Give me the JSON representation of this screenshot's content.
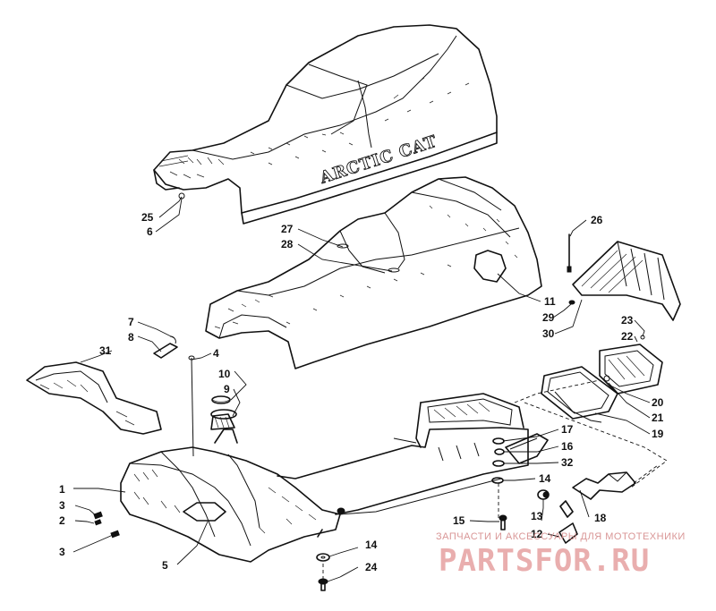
{
  "diagram": {
    "seat_logo_text": "ARCTIC CAT",
    "callouts": [
      {
        "id": "c25",
        "label": "25"
      },
      {
        "id": "c6",
        "label": "6"
      },
      {
        "id": "c27",
        "label": "27"
      },
      {
        "id": "c28",
        "label": "28"
      },
      {
        "id": "c26",
        "label": "26"
      },
      {
        "id": "c11",
        "label": "11"
      },
      {
        "id": "c29",
        "label": "29"
      },
      {
        "id": "c30",
        "label": "30"
      },
      {
        "id": "c23",
        "label": "23"
      },
      {
        "id": "c22",
        "label": "22"
      },
      {
        "id": "c7",
        "label": "7"
      },
      {
        "id": "c8",
        "label": "8"
      },
      {
        "id": "c31",
        "label": "31"
      },
      {
        "id": "c4",
        "label": "4"
      },
      {
        "id": "c10",
        "label": "10"
      },
      {
        "id": "c9",
        "label": "9"
      },
      {
        "id": "c20",
        "label": "20"
      },
      {
        "id": "c21",
        "label": "21"
      },
      {
        "id": "c19",
        "label": "19"
      },
      {
        "id": "c17",
        "label": "17"
      },
      {
        "id": "c16",
        "label": "16"
      },
      {
        "id": "c32",
        "label": "32"
      },
      {
        "id": "c14a",
        "label": "14"
      },
      {
        "id": "c1",
        "label": "1"
      },
      {
        "id": "c3a",
        "label": "3"
      },
      {
        "id": "c2",
        "label": "2"
      },
      {
        "id": "c3b",
        "label": "3"
      },
      {
        "id": "c5",
        "label": "5"
      },
      {
        "id": "c13",
        "label": "13"
      },
      {
        "id": "c12",
        "label": "12"
      },
      {
        "id": "c18",
        "label": "18"
      },
      {
        "id": "c15",
        "label": "15"
      },
      {
        "id": "c14b",
        "label": "14"
      },
      {
        "id": "c24",
        "label": "24"
      }
    ]
  },
  "watermark": {
    "caption": "ЗАПЧАСТИ И АКСЕССУАРЫ ДЛЯ МОТОТЕХНИКИ",
    "logo": "PARTSFOR.RU"
  },
  "colors": {
    "line": "#111111",
    "watermark": "#e7a6a6"
  }
}
